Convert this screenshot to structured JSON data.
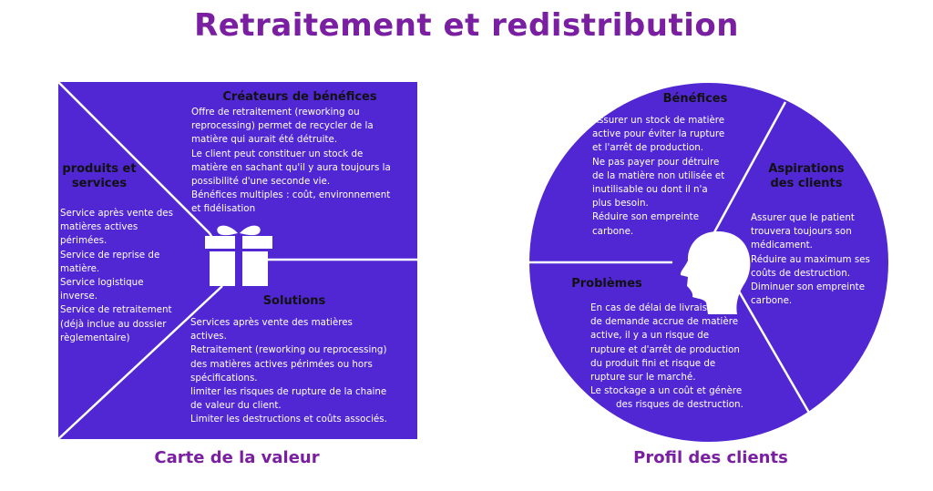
{
  "title": "Retraitement et redistribution",
  "value_map": {
    "caption": "Carte de la valeur",
    "gain_creators": {
      "title": "Créateurs de bénéfices",
      "lines": [
        "Offre de retraitement (reworking ou",
        "reprocessing) permet de recycler de la",
        "matière qui aurait été détruite.",
        "Le client peut constituer un stock de",
        "matière en sachant qu'il y aura toujours la",
        "possibilité d'une seconde vie.",
        "Bénéfices multiples : coût, environnement",
        "et fidélisation"
      ]
    },
    "products_services": {
      "title_lines": [
        "produits et",
        "services"
      ],
      "lines": [
        "Service après vente des",
        "matières actives",
        "périmées.",
        "Service de reprise de",
        "matière.",
        "Service logistique",
        "inverse.",
        "Service de retraitement",
        "(déjà inclue au dossier",
        "règlementaire)"
      ]
    },
    "pain_relievers": {
      "title": "Solutions",
      "lines": [
        "Services après vente des matières",
        "actives.",
        "Retraitement (reworking ou reprocessing)",
        "des matières actives périmées ou hors",
        "spécifications.",
        "limiter les risques de rupture de la chaine",
        "de valeur du client.",
        "Limiter les destructions et coûts associés."
      ]
    },
    "icon": "gift-icon",
    "color": "#5127d4"
  },
  "customer_profile": {
    "caption": "Profil des clients",
    "gains": {
      "title": "Bénéfices",
      "lines": [
        "Assurer un stock de matière",
        "active pour éviter la rupture",
        "et l'arrêt de production.",
        "Ne pas payer pour détruire",
        "de la matière non utilisée et",
        "inutilisable ou dont il n'a",
        "plus besoin.",
        "Réduire son empreinte",
        "carbone."
      ]
    },
    "jobs": {
      "title_lines": [
        "Aspirations",
        "des clients"
      ],
      "lines": [
        "Assurer que le patient",
        "trouvera toujours son",
        "médicament.",
        "Réduire au maximum ses",
        "coûts de destruction.",
        "Diminuer son empreinte",
        "carbone."
      ]
    },
    "pains": {
      "title": "Problèmes",
      "lines": [
        "En cas de délai de livraison ou",
        "de demande accrue de matière",
        "active, il y a un risque de",
        "rupture et d'arrêt de production",
        "du produit fini et risque de",
        "rupture sur le marché.",
        "Le stockage a un coût et génère",
        "des risques de destruction."
      ]
    },
    "icon": "customer-head-icon",
    "color": "#5127d4"
  }
}
